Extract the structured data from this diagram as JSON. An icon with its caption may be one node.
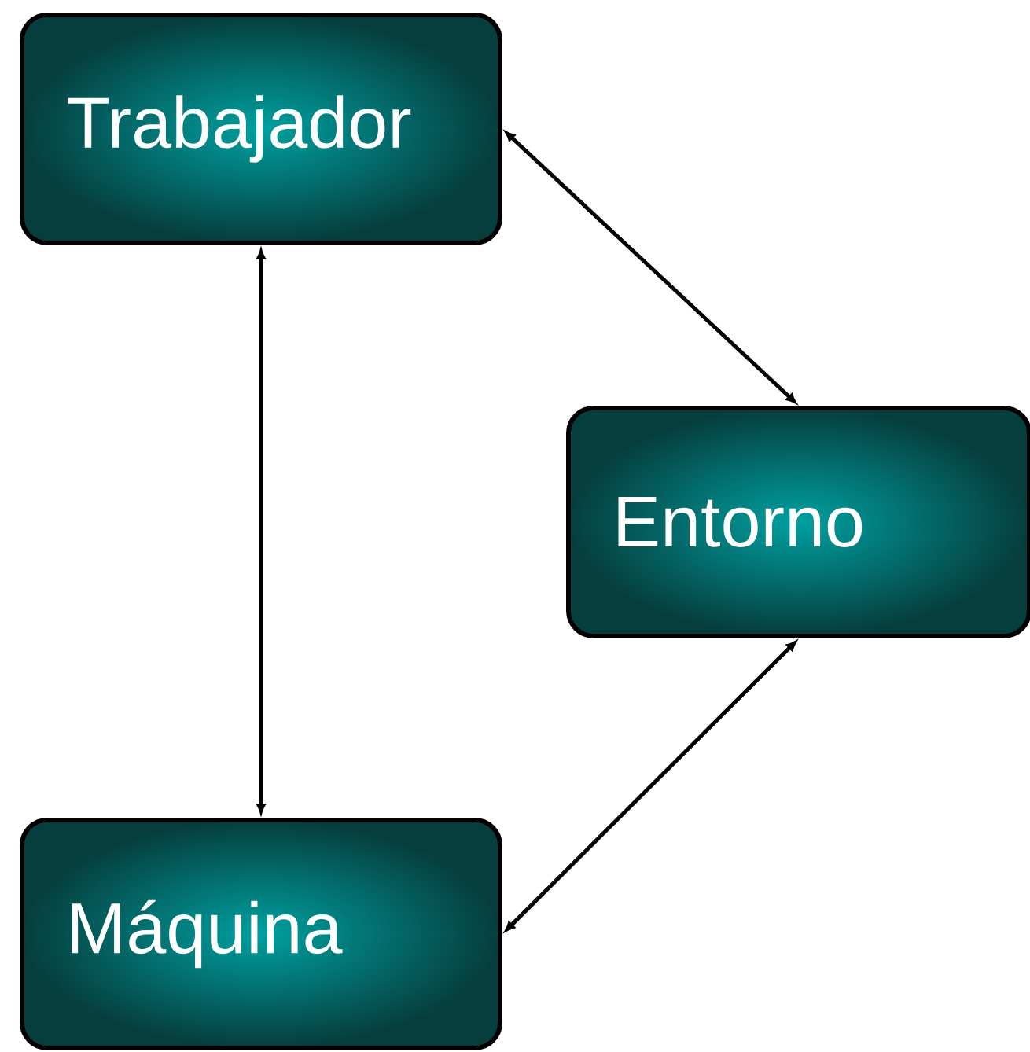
{
  "diagram": {
    "nodes": [
      {
        "text": [
          "Trabajador"
        ]
      },
      {
        "text": [
          "Máquina"
        ]
      },
      {
        "text": [
          "Entorno"
        ]
      }
    ],
    "edges": [
      {
        "from": 0,
        "to": 2,
        "arrow": "both"
      },
      {
        "from": 0,
        "to": 1,
        "arrow": "both"
      },
      {
        "from": 1,
        "to": 2,
        "arrow": "both"
      }
    ]
  }
}
